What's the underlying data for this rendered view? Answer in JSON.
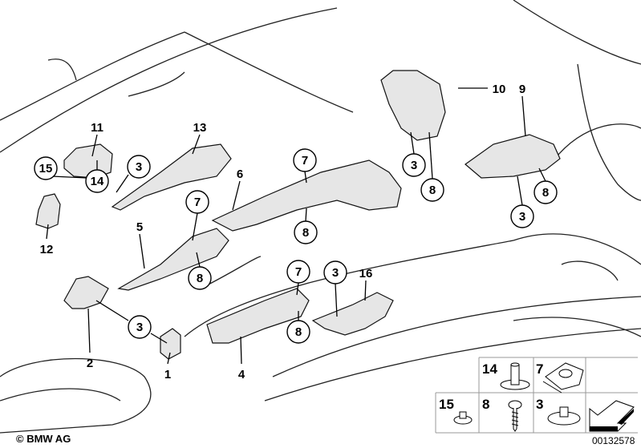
{
  "labels": {
    "l1": "1",
    "l2": "2",
    "l4": "4",
    "l5": "5",
    "l6": "6",
    "l9": "9",
    "l10": "10",
    "l11": "11",
    "l12": "12",
    "l13": "13",
    "l16": "16"
  },
  "callouts": {
    "c15": "15",
    "c14": "14",
    "c3a": "3",
    "c7a": "7",
    "c8a": "8",
    "c7b": "7",
    "c8b": "8",
    "c3b": "3",
    "c8c": "8",
    "c8d": "8",
    "c3c": "3",
    "c3d": "3",
    "c7c": "7",
    "c8e": "8",
    "c3e": "3"
  },
  "legend": {
    "items": [
      {
        "label": "14"
      },
      {
        "label": "7"
      },
      {
        "label": "15"
      },
      {
        "label": "8"
      },
      {
        "label": "3"
      }
    ]
  },
  "footer": {
    "copyright": "© BMW AG",
    "diagram_number": "00132578"
  }
}
